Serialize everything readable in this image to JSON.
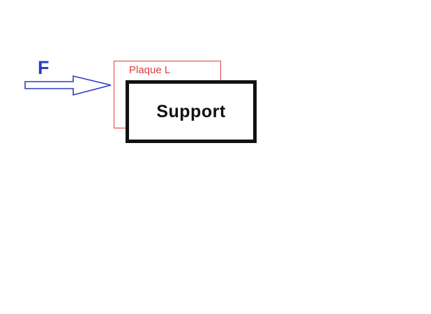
{
  "diagram": {
    "force_label": "F",
    "plaque_label": "Plaque L",
    "support_label": "Support",
    "colors": {
      "force": "#2d3bc4",
      "plaque": "#e03c3c",
      "support_border": "#111111",
      "support_text": "#111111"
    }
  }
}
